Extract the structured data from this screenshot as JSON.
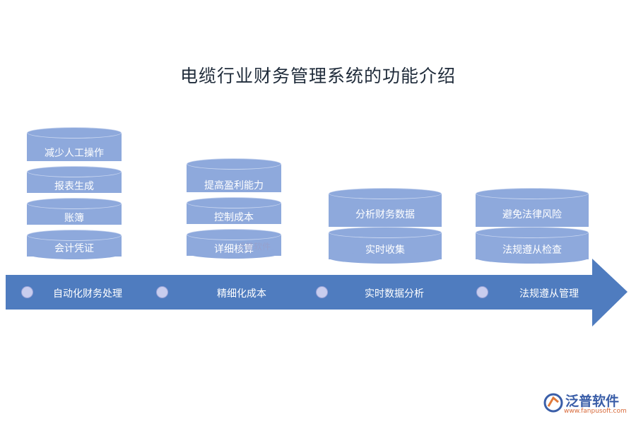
{
  "title": "电缆行业财务管理系统的功能介绍",
  "colors": {
    "disk": "#8ea9dc",
    "arrow": "#4f7cbf",
    "dot": "#c8cdee"
  },
  "stacks": [
    {
      "disks": [
        "减少人工操作",
        "报表生成",
        "账簿",
        "会计凭证"
      ]
    },
    {
      "disks": [
        "提高盈利能力",
        "控制成本",
        "详细核算"
      ]
    },
    {
      "disks": [
        "分析财务数据",
        "实时收集"
      ]
    },
    {
      "disks": [
        "避免法律风险",
        "法规遵从检查"
      ]
    }
  ],
  "timeline": [
    "自动化财务处理",
    "精细化成本",
    "实时数据分析",
    "法规遵从管理"
  ],
  "watermark": "泛普软件",
  "logo": {
    "icon": "fanpu-logo-icon",
    "name": "泛普软件",
    "url": "www.fanpusoft.com"
  }
}
